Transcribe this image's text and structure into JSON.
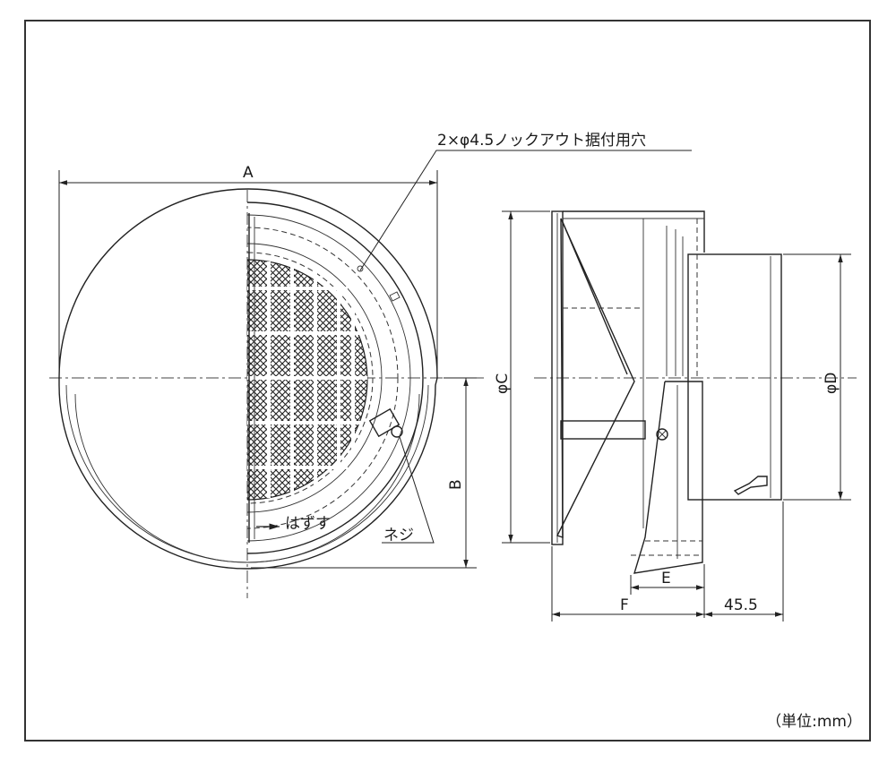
{
  "labels": {
    "knockout_hole": "2×φ4.5ノックアウト据付用穴",
    "dim_a": "A",
    "dim_b": "B",
    "dim_c": "φC",
    "dim_d": "φD",
    "dim_e": "E",
    "dim_f": "F",
    "dim_depth": "45.5",
    "remove": "はずす",
    "screw": "ネジ",
    "unit": "（単位:mm）"
  }
}
